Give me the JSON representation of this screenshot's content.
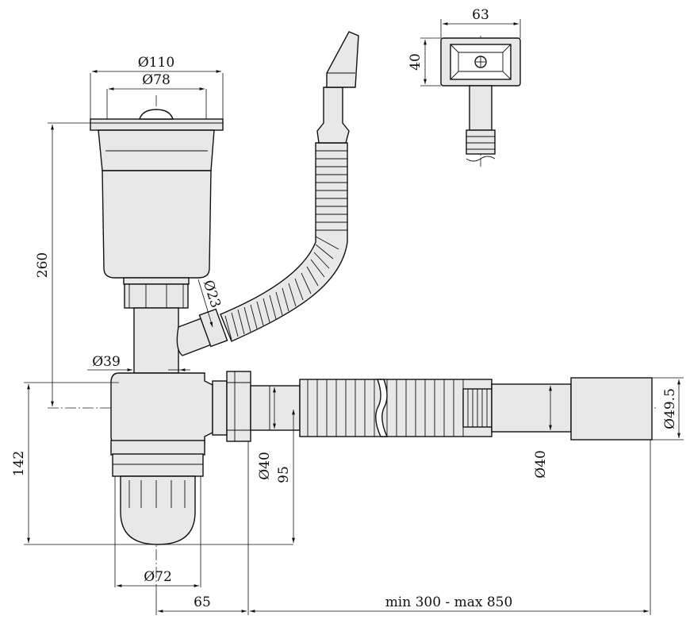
{
  "dimensions": {
    "d110": "Ø110",
    "d78": "Ø78",
    "d23": "Ø23",
    "d39": "Ø39",
    "h260": "260",
    "h142": "142",
    "d40_left": "Ø40",
    "h95": "95",
    "d72": "Ø72",
    "w65": "65",
    "range": "min 300 - max 850",
    "d40_right": "Ø40",
    "d49_5": "Ø49.5",
    "w63": "63",
    "h40": "40"
  }
}
